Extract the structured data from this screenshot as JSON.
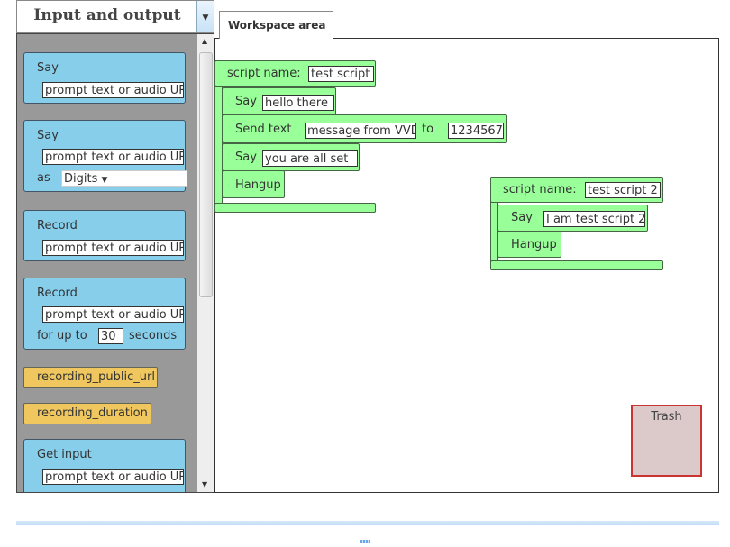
{
  "category": {
    "title": "Input and output"
  },
  "palette": {
    "say": {
      "label": "Say",
      "prompt": "prompt text or audio UR"
    },
    "say_as": {
      "label": "Say",
      "prompt": "prompt text or audio UR",
      "as": "as",
      "mode": "Digits"
    },
    "record": {
      "label": "Record",
      "prompt": "prompt text or audio UR"
    },
    "record_upto": {
      "label": "Record",
      "prompt": "prompt text or audio UR",
      "for": "for up to",
      "seconds_value": "30",
      "seconds": "seconds"
    },
    "recording_public_url": "recording_public_url",
    "recording_duration": "recording_duration",
    "get_input": {
      "label": "Get input",
      "prompt": "prompt text or audio UR"
    }
  },
  "tab": {
    "label": "Workspace area"
  },
  "script1": {
    "name_label": "script name:",
    "name": "test script",
    "say1": {
      "label": "Say",
      "text": "hello there"
    },
    "send": {
      "label": "Send text",
      "text": "message from VVD",
      "to": "to",
      "number": "1234567"
    },
    "say2": {
      "label": "Say",
      "text": "you are all set"
    },
    "hangup": "Hangup"
  },
  "script2": {
    "name_label": "script name:",
    "name": "test script 2",
    "say": {
      "label": "Say",
      "text": "I am test script 2"
    },
    "hangup": "Hangup"
  },
  "trash": "Trash"
}
